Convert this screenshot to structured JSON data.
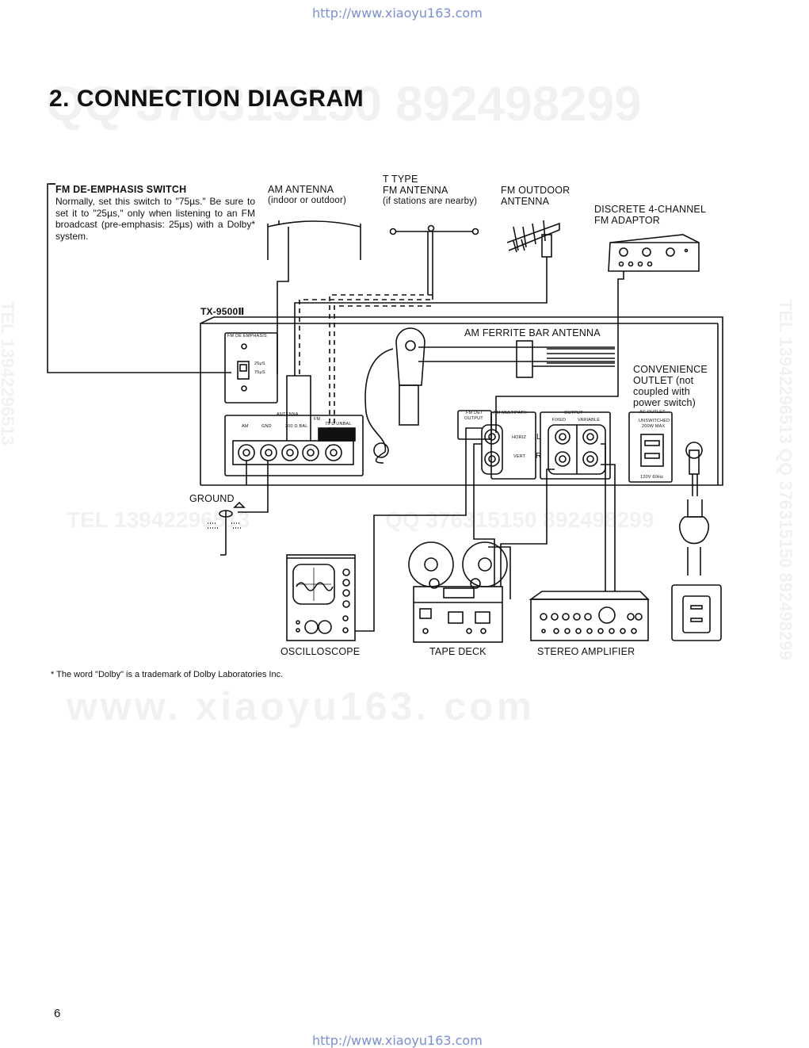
{
  "header": {
    "url_top": "http://www.xiaoyu163.com",
    "url_bottom": "http://www.xiaoyu163.com",
    "title": "2. CONNECTION DIAGRAM",
    "page_number": "6"
  },
  "watermarks": {
    "qq_top": "QQ 376315150     892498299",
    "tel_mid": "TEL  13942296513",
    "qq_mid": "QQ  376315150   892498299",
    "www": "www. xiaoyu163. com",
    "tel_vertical_left": "TEL  13942296513",
    "vertical_right": "TEL  13942296513   QQ  376315150   892498299"
  },
  "de_emphasis": {
    "heading": "FM DE-EMPHASIS SWITCH",
    "text": "Normally, set this switch to \"75µs.\" Be sure to set it to \"25µs,\" only when listening to an FM broadcast (pre-emphasis: 25µs) with a Dolby* system."
  },
  "labels": {
    "am_antenna_1": "AM ANTENNA",
    "am_antenna_2": "(indoor or outdoor)",
    "t_type_1": "T TYPE",
    "t_type_2": "FM ANTENNA",
    "t_type_3": "(if stations are nearby)",
    "fm_outdoor_1": "FM OUTDOOR",
    "fm_outdoor_2": "ANTENNA",
    "discrete_1": "DISCRETE 4-CHANNEL",
    "discrete_2": "FM ADAPTOR",
    "model": "TX-9500Ⅱ",
    "ferrite": "AM FERRITE BAR ANTENNA",
    "convenience_1": "CONVENIENCE",
    "convenience_2": "OUTLET (not",
    "convenience_3": "coupled with",
    "convenience_4": "power switch)",
    "ground": "GROUND",
    "oscilloscope": "OSCILLOSCOPE",
    "tape_deck": "TAPE DECK",
    "stereo_amp": "STEREO AMPLIFIER"
  },
  "panel": {
    "fm_de_emphasis": "FM DE EMPHASIS",
    "us25": "25μS",
    "us75": "75μS",
    "antenna": "ANTENNA",
    "fm": "FM",
    "am": "AM",
    "gnd": "GND",
    "bal300": "300 Ω  BAL",
    "unbal75": "75 Ω  UNBAL",
    "fm_det_1": "FM  DET",
    "fm_det_2": "OUTPUT",
    "fm_multipath": "FM MULTIPATH",
    "horiz": "HORIZ",
    "vert": "VERT",
    "output": "OUTPUT",
    "fixed": "FIXED",
    "variable": "VARIABLE",
    "ch_l": "L",
    "ch_r": "R",
    "ac_outlet": "AC OUTLET",
    "unswitched": "UNSWITCHED",
    "watts": "200W MAX",
    "volts": "120V 60Hz"
  },
  "footnote": "* The word \"Dolby\" is a trademark of Dolby Laboratories Inc."
}
